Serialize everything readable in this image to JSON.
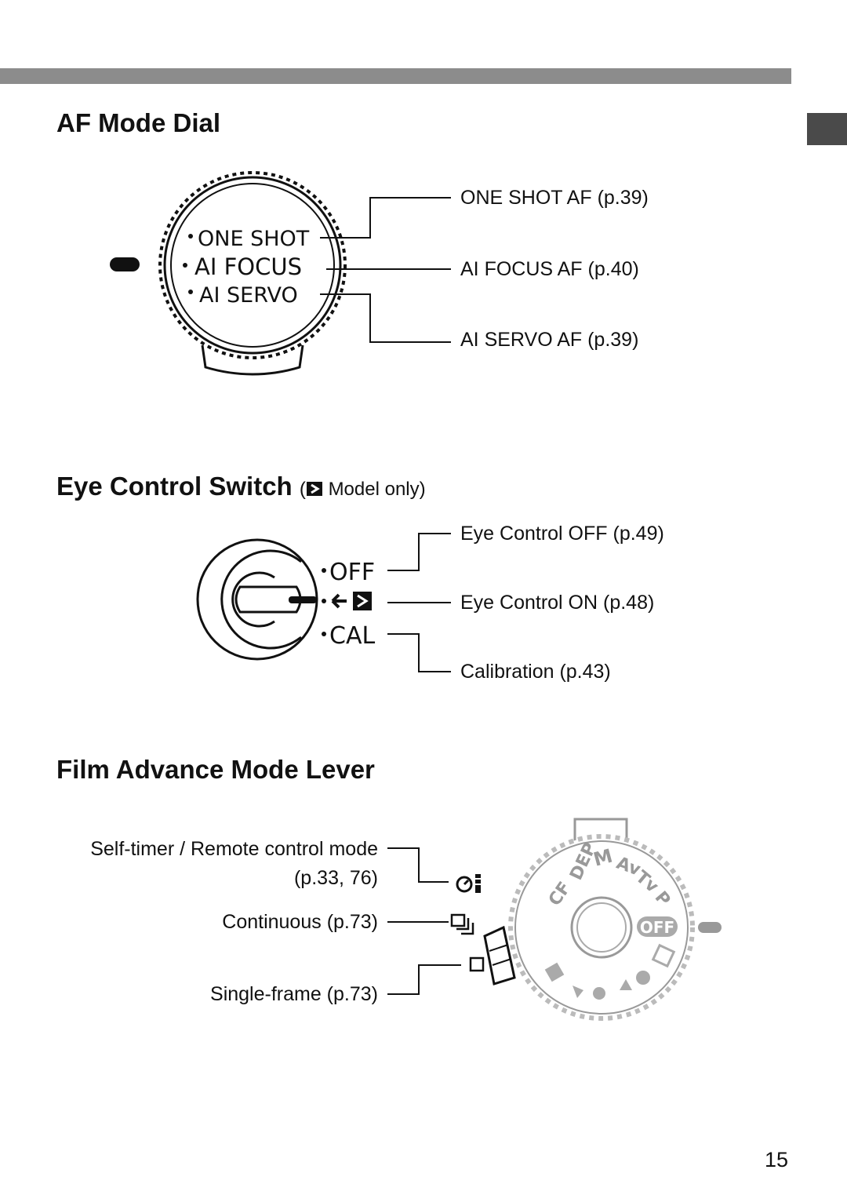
{
  "page": {
    "number": "15"
  },
  "sections": {
    "af_mode_dial": {
      "title": "AF Mode Dial",
      "dial_labels": [
        "ONE SHOT",
        "AI FOCUS",
        "AI SERVO"
      ],
      "callouts": [
        "ONE SHOT AF (p.39)",
        "AI FOCUS AF (p.40)",
        "AI SERVO AF (p.39)"
      ]
    },
    "eye_control_switch": {
      "title": "Eye Control Switch",
      "note_open": "(",
      "note": "Model only)",
      "switch_labels": [
        "OFF",
        "CAL"
      ],
      "callouts": [
        "Eye Control OFF (p.49)",
        "Eye Control ON (p.48)",
        "Calibration (p.43)"
      ]
    },
    "film_advance_lever": {
      "title": "Film Advance Mode Lever",
      "callouts": {
        "self_timer_line1": "Self-timer / Remote control mode",
        "self_timer_line2": "(p.33, 76)",
        "continuous": "Continuous (p.73)",
        "single": "Single-frame (p.73)"
      },
      "mode_dial_labels": [
        "CF",
        "DEP",
        "M",
        "Av",
        "Tv",
        "P",
        "OFF"
      ]
    }
  }
}
